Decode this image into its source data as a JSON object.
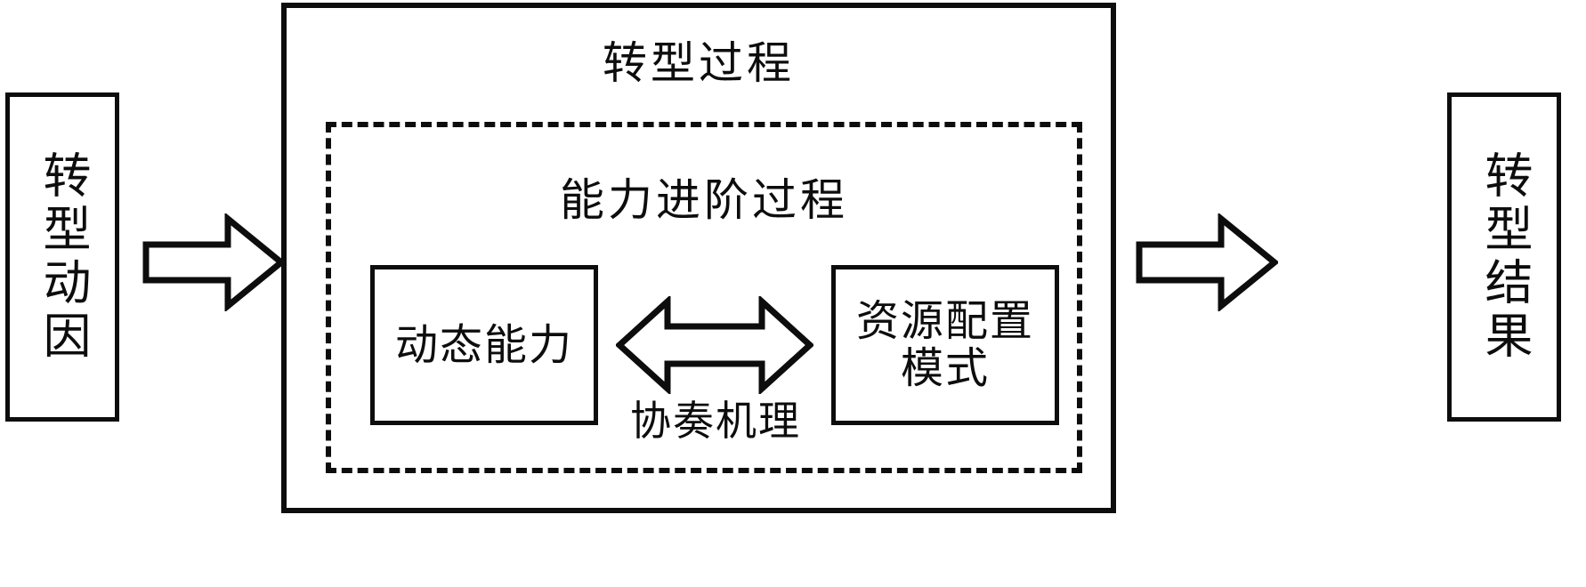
{
  "diagram": {
    "title": "转型过程",
    "subprocess_title": "能力进阶过程",
    "input_box": {
      "label": "转型动因"
    },
    "output_box": {
      "label": "转型结果"
    },
    "capability_box": {
      "label": "动态能力"
    },
    "resource_box": {
      "label": "资源配置\n模式"
    },
    "mechanism_label": "协奏机理",
    "arrows": {
      "left_input_arrow": "right-block-arrow-icon",
      "right_output_arrow": "right-block-arrow-icon",
      "bidirectional_arrow": "double-headed-block-arrow-icon"
    },
    "colors": {
      "stroke": "#0d0d0d",
      "background": "#ffffff"
    }
  }
}
